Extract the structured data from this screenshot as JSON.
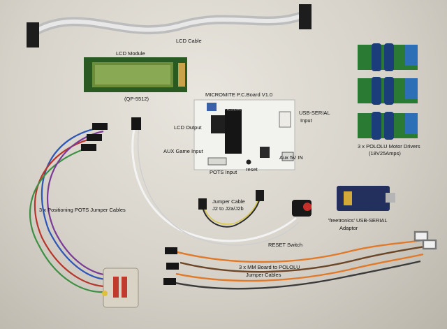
{
  "labels": {
    "lcd_cable": "LCD Cable",
    "lcd_module": "LCD Module",
    "lcd_part": "(QP-5512)",
    "board_title": "MICROMITE P.C.Board  V1.0",
    "chip": "PIC32MX170",
    "usb_serial": "USB-SERIAL",
    "usb_serial_input": "Input",
    "lcd_output": "LCD Output",
    "aux_game_input": "AUX Game Input",
    "aux_5v_in": "Aux 5V  IN",
    "reset": "reset",
    "pots_input": "POTS Input",
    "motor_drivers_l1": "3 x POLOLU Motor Drivers",
    "motor_drivers_l2": "(18V25Amps)",
    "pots_cables": "3 x Positioning POTS Jumper Cables",
    "jumper_cable_l1": "Jumper Cable",
    "jumper_cable_l2": "J2 to J2a/J2b",
    "reset_switch": "RESET Switch",
    "adaptor_l1": "'freetronics' USB-SERIAL",
    "adaptor_l2": "Adaptor",
    "mm_board_l1": "3 x MM Board to POLOLU",
    "mm_board_l2": "Jumper Cables"
  }
}
